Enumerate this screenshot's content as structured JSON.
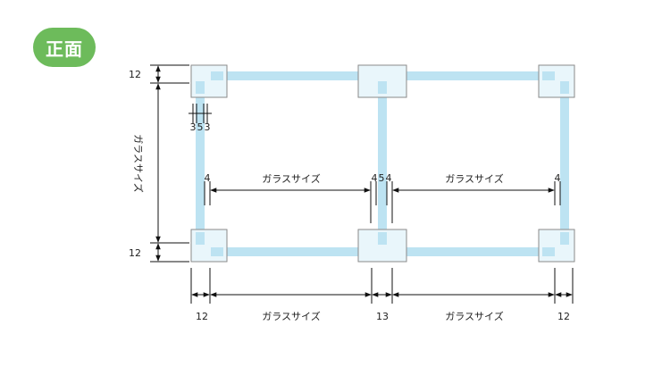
{
  "badge": {
    "label": "正面",
    "color": "#6dbb5b"
  },
  "colors": {
    "glass_frame": "#bde3f2",
    "corner_fill": "#e9f6fb",
    "corner_stroke": "#8a8a8a",
    "dim_line": "#111111"
  },
  "dimensions": {
    "left_top": "12",
    "left_side": "ガラスサイズ",
    "left_bottom": "12",
    "offset_split": [
      "3",
      "5",
      "3"
    ],
    "mid_left_offset": "4",
    "mid_glass_1": "ガラスサイズ",
    "mid_center_offsets": [
      "4",
      "5",
      "4"
    ],
    "mid_glass_2": "ガラスサイズ",
    "mid_right_offset": "4",
    "bottom_left": "12",
    "bottom_glass_1": "ガラスサイズ",
    "bottom_center": "13",
    "bottom_glass_2": "ガラスサイズ",
    "bottom_right": "12"
  }
}
